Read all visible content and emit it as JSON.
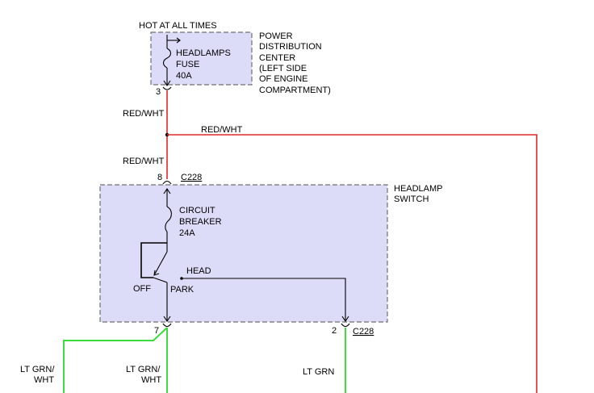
{
  "colors": {
    "box_fill": "#dcdcf8",
    "box_border": "#707070",
    "wire_red": "#e02828",
    "wire_green": "#3cdc3c",
    "wire_black": "#000000"
  },
  "power_center": {
    "header": "HOT AT ALL TIMES",
    "fuse_label": [
      "HEADLAMPS",
      "FUSE",
      "40A"
    ],
    "description": [
      "POWER",
      "DISTRIBUTION",
      "CENTER",
      "(LEFT SIDE",
      "OF ENGINE",
      "COMPARTMENT)"
    ],
    "pin": "3"
  },
  "wires": {
    "red_upper": "RED/WHT",
    "red_branch": "RED/WHT",
    "red_lower": "RED/WHT",
    "ltgrn_wht_left": [
      "LT GRN/",
      "WHT"
    ],
    "ltgrn_wht_mid": [
      "LT GRN/",
      "WHT"
    ],
    "ltgrn": "LT GRN"
  },
  "headlamp_switch": {
    "title": [
      "HEADLAMP",
      "SWITCH"
    ],
    "top_pin": "8",
    "top_connector": "C228",
    "breaker_label": [
      "CIRCUIT",
      "BREAKER",
      "24A"
    ],
    "off_label": "OFF",
    "park_label": "PARK",
    "head_label": "HEAD",
    "bottom_pin_left": "7",
    "bottom_pin_right": "2",
    "bottom_connector": "C228"
  }
}
